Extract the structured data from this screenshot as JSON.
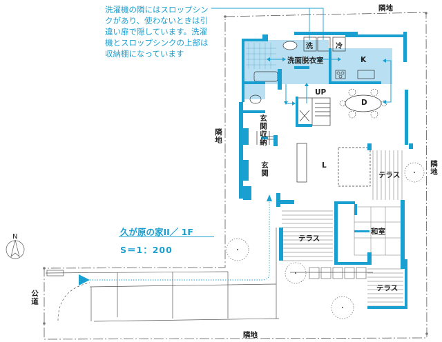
{
  "annotation": {
    "note": "洗濯機の隣にはスロップシンクがあり、使わないときは引違い扉で隠しています。洗濯機とスロップシンクの上部は収納棚になっています"
  },
  "title_block": {
    "title": "久が原の家II／ 1F",
    "scale": "S＝1：200"
  },
  "compass": {
    "label": "N"
  },
  "surroundings": {
    "top": "隣地",
    "left_side": "隣地",
    "right_side": "隣地",
    "bottom": "隣地",
    "road": "公道"
  },
  "rooms": {
    "washroom": "洗面脱衣室",
    "washer": "洗",
    "fridge": "冷",
    "kitchen": "K",
    "dining": "D",
    "stairs_up": "UP",
    "living": "L",
    "entrance_storage": "玄関収納",
    "entrance": "玄関",
    "terrace_east": "テラス",
    "terrace_south": "テラス",
    "terrace_southeast": "テラス",
    "tatami_room": "和室"
  },
  "colors": {
    "wall": "#1aa0d0",
    "wet_area": "#b8e0f2",
    "annotation": "#1aa0d0",
    "line": "#333333"
  }
}
